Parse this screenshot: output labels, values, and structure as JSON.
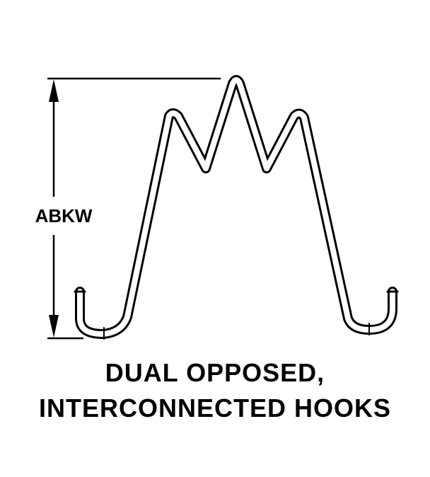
{
  "dimension": {
    "label": "ABKW"
  },
  "caption": {
    "line1": "DUAL OPPOSED,",
    "line2": "INTERCONNECTED HOOKS"
  },
  "colors": {
    "ink": "#000000",
    "background": "#ffffff"
  }
}
